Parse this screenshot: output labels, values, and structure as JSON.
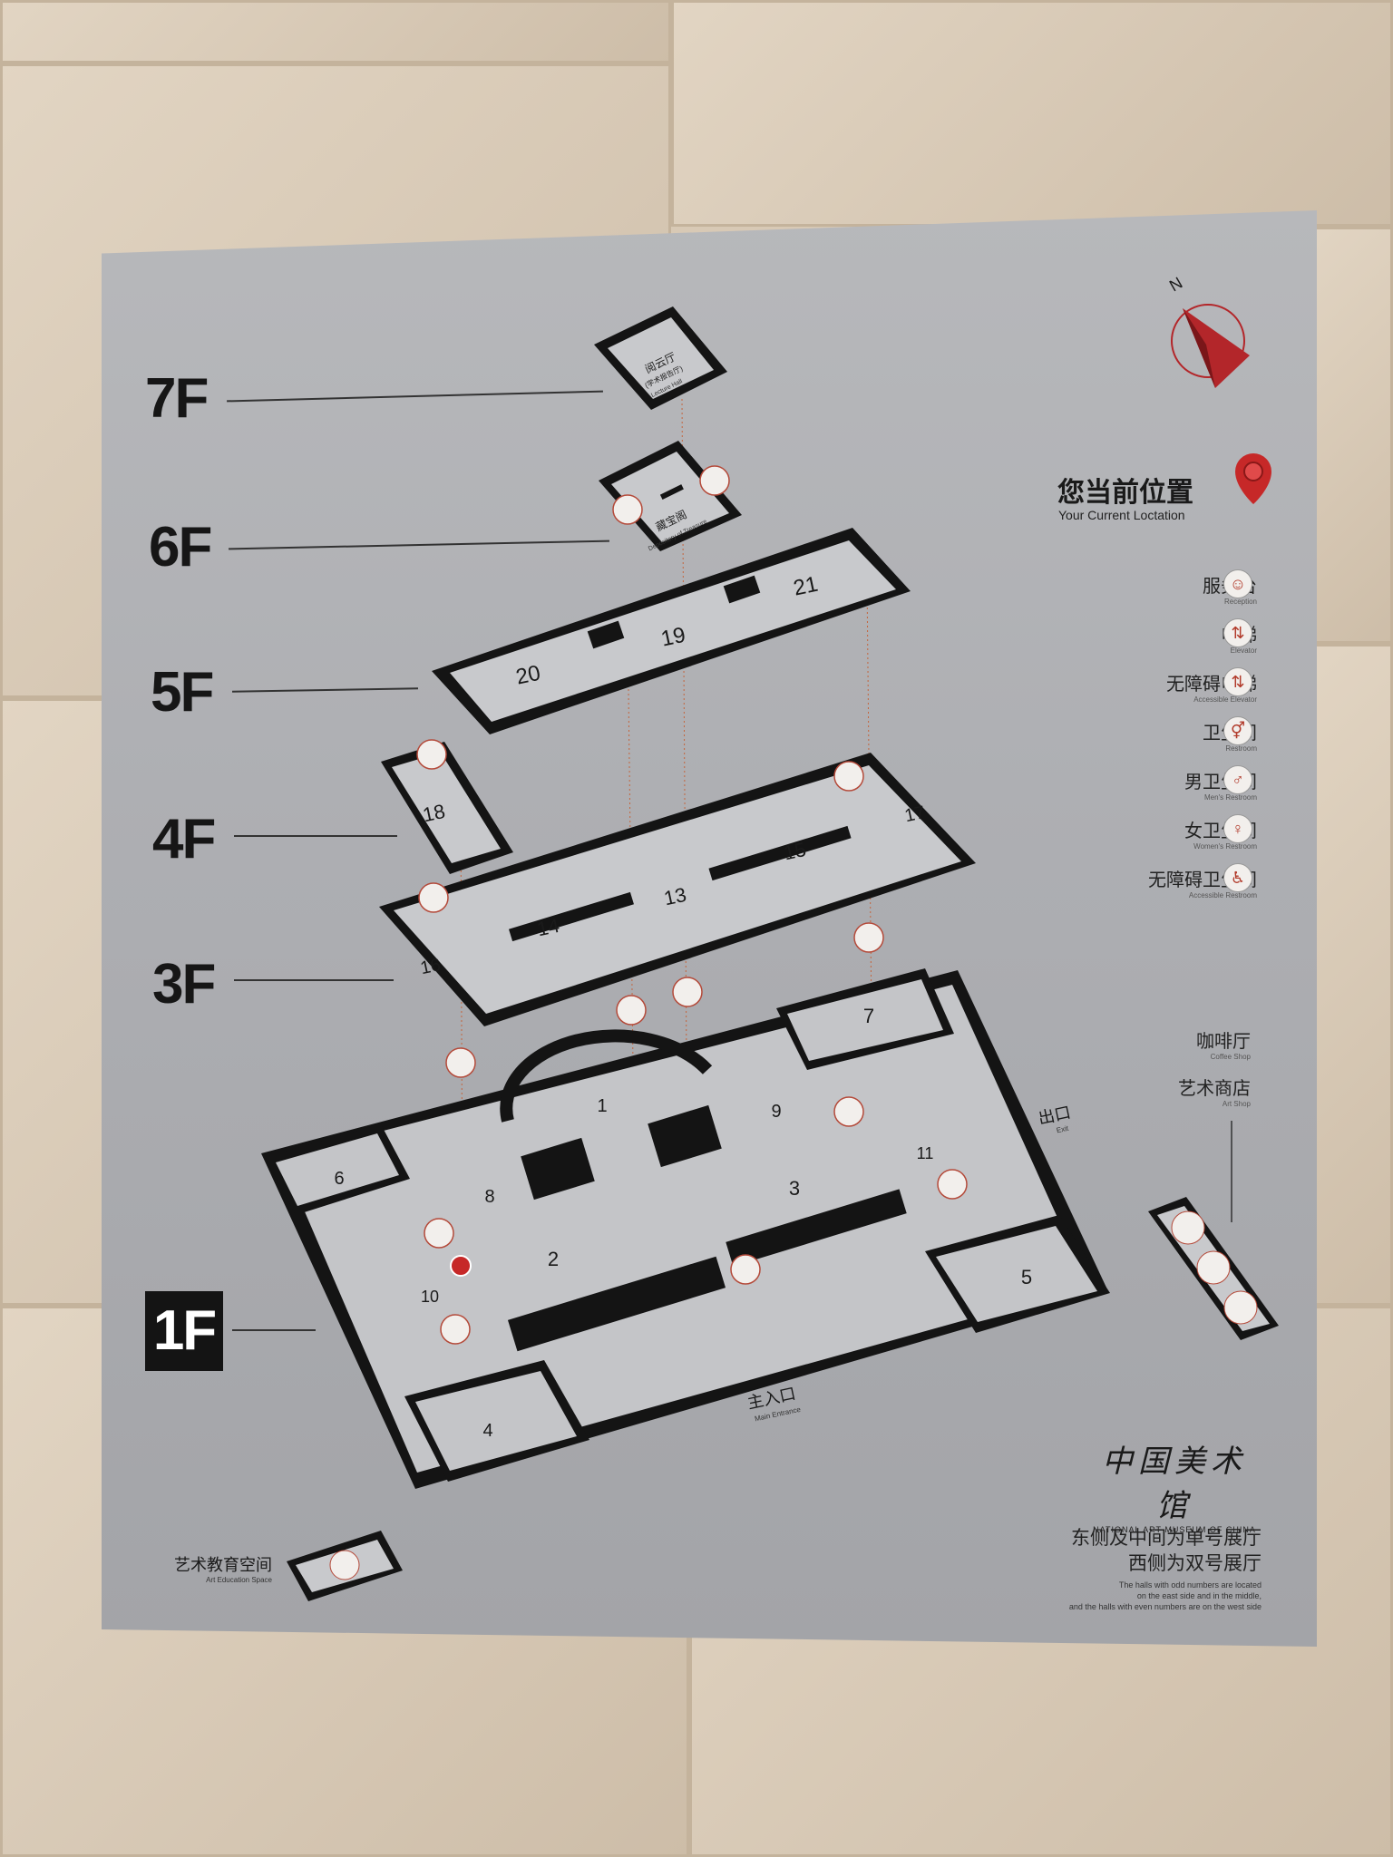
{
  "floors": [
    "7F",
    "6F",
    "5F",
    "4F",
    "3F",
    "1F"
  ],
  "halls": [
    "1",
    "2",
    "3",
    "4",
    "5",
    "6",
    "7",
    "8",
    "9",
    "10",
    "11",
    "13",
    "14",
    "15",
    "16",
    "17",
    "18",
    "19",
    "20",
    "21"
  ],
  "rooms": {
    "lecture_zh": "阅云厅",
    "lecture_sub": "(学术报告厅)",
    "lecture_en": "Lecture Hall",
    "treasure_zh": "藏宝阁",
    "treasure_en": "Depository of Treasure"
  },
  "current_location": {
    "zh": "您当前位置",
    "en": "Your Current Loctation"
  },
  "legend": [
    {
      "zh": "服务台",
      "en": "Reception",
      "icon": "reception-icon"
    },
    {
      "zh": "电梯",
      "en": "Elevator",
      "icon": "elevator-icon"
    },
    {
      "zh": "无障碍电梯",
      "en": "Accessible Elevator",
      "icon": "accessible-elevator-icon"
    },
    {
      "zh": "卫生间",
      "en": "Restroom",
      "icon": "restroom-icon"
    },
    {
      "zh": "男卫生间",
      "en": "Men's Restroom",
      "icon": "mens-restroom-icon"
    },
    {
      "zh": "女卫生间",
      "en": "Women's Restroom",
      "icon": "womens-restroom-icon"
    },
    {
      "zh": "无障碍卫生间",
      "en": "Accessible Restroom",
      "icon": "accessible-restroom-icon"
    }
  ],
  "amenities": [
    {
      "zh": "咖啡厅",
      "en": "Coffee Shop"
    },
    {
      "zh": "艺术商店",
      "en": "Art Shop"
    }
  ],
  "entrance": {
    "zh": "主入口",
    "en": "Main Entrance"
  },
  "exit": {
    "zh": "出口",
    "en": "Exit"
  },
  "education": {
    "zh": "艺术教育空间",
    "en": "Art Education Space"
  },
  "museum": {
    "zh": "中国美术馆",
    "en": "NATIONAL ART MUSEUM OF CHINA"
  },
  "note": {
    "zh_line1": "东侧及中间为单号展厅",
    "zh_line2": "西侧为双号展厅",
    "en_line1": "The halls with odd numbers are located",
    "en_line2": "on the east side and in the middle,",
    "en_line3": "and the halls with even numbers are on the west side"
  },
  "compass": "N",
  "colors": {
    "accent": "#b3262a",
    "panel": "#adaeb2",
    "ink": "#141414"
  }
}
